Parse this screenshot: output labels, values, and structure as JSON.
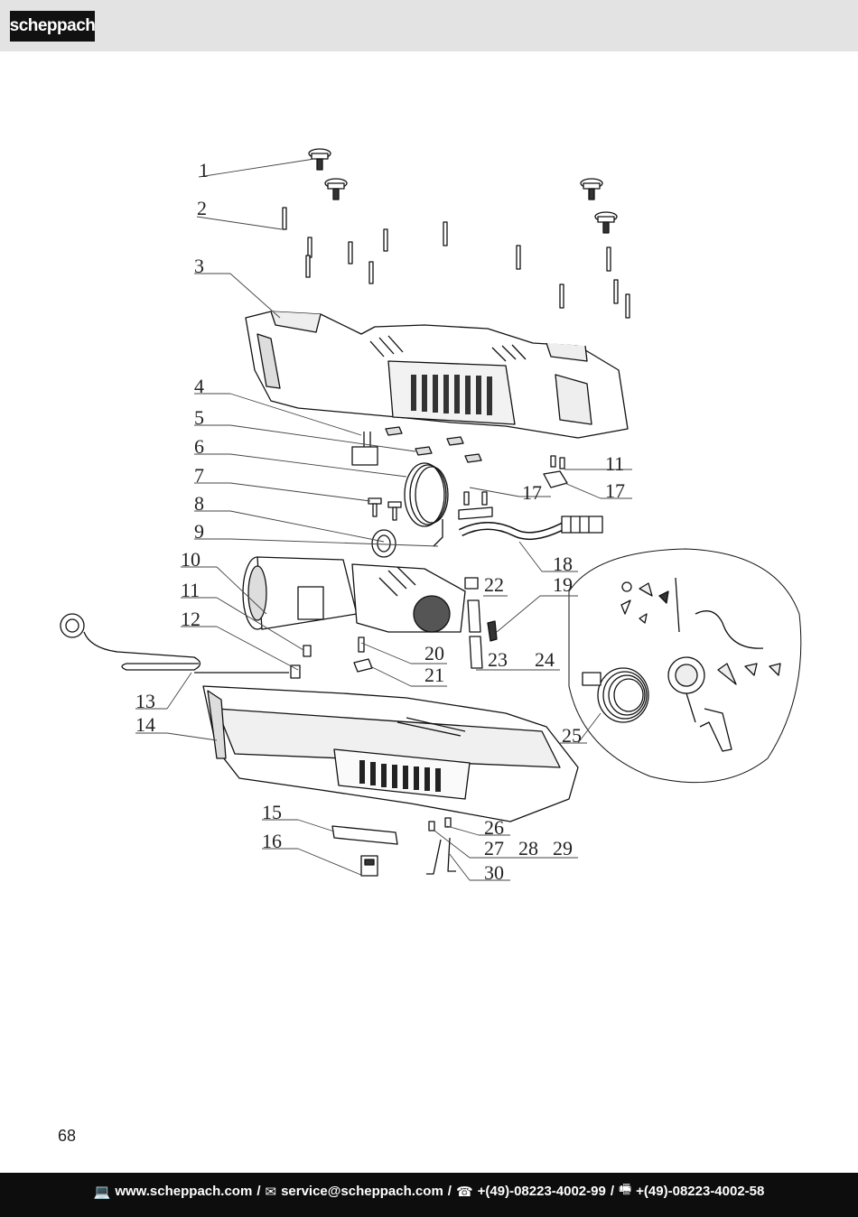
{
  "header": {
    "logo_text": "scheppach"
  },
  "diagram": {
    "callouts": [
      "1",
      "2",
      "3",
      "4",
      "5",
      "6",
      "7",
      "8",
      "9",
      "10",
      "11",
      "12",
      "13",
      "14",
      "15",
      "16",
      "17",
      "17",
      "18",
      "19",
      "20",
      "21",
      "22",
      "23",
      "24",
      "25",
      "26",
      "27",
      "28",
      "29",
      "30",
      "11"
    ]
  },
  "page_number": "68",
  "footer": {
    "website": "www.scheppach.com",
    "email": "service@scheppach.com",
    "phone": "+(49)-08223-4002-99",
    "fax": "+(49)-08223-4002-58",
    "separator": "/",
    "icons": {
      "website": "computer-icon",
      "email": "email-icon",
      "phone": "phone-icon",
      "fax": "fax-icon"
    }
  }
}
